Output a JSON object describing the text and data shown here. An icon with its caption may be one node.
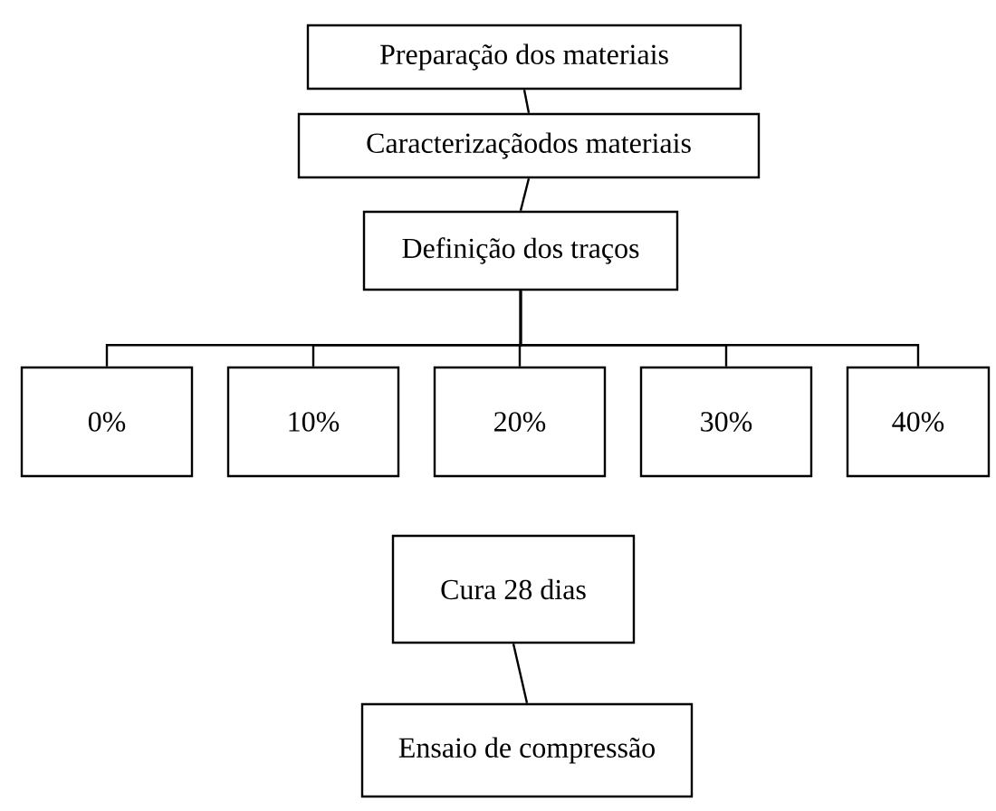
{
  "diagram": {
    "nodes": [
      {
        "text": [
          "Preparação dos materiais"
        ]
      },
      {
        "text": [
          "Caracterizaçãodos materiais"
        ]
      },
      {
        "text": [
          "Definição dos traços"
        ]
      },
      {
        "text": [
          "0%"
        ]
      },
      {
        "text": [
          "10%"
        ]
      },
      {
        "text": [
          "20%"
        ]
      },
      {
        "text": [
          "30%"
        ]
      },
      {
        "text": [
          "40%"
        ]
      },
      {
        "text": [
          "Cura 28 dias"
        ]
      },
      {
        "text": [
          "Ensaio de compressão"
        ]
      }
    ],
    "edges": [
      {
        "from": 0,
        "to": 1,
        "arrow": "none"
      },
      {
        "from": 1,
        "to": 2,
        "arrow": "none"
      },
      {
        "from": 2,
        "to": 3,
        "arrow": "none"
      },
      {
        "from": 2,
        "to": 4,
        "arrow": "none"
      },
      {
        "from": 2,
        "to": 5,
        "arrow": "none"
      },
      {
        "from": 2,
        "to": 6,
        "arrow": "none"
      },
      {
        "from": 2,
        "to": 7,
        "arrow": "none"
      },
      {
        "from": 8,
        "to": 9,
        "arrow": "none"
      }
    ]
  }
}
